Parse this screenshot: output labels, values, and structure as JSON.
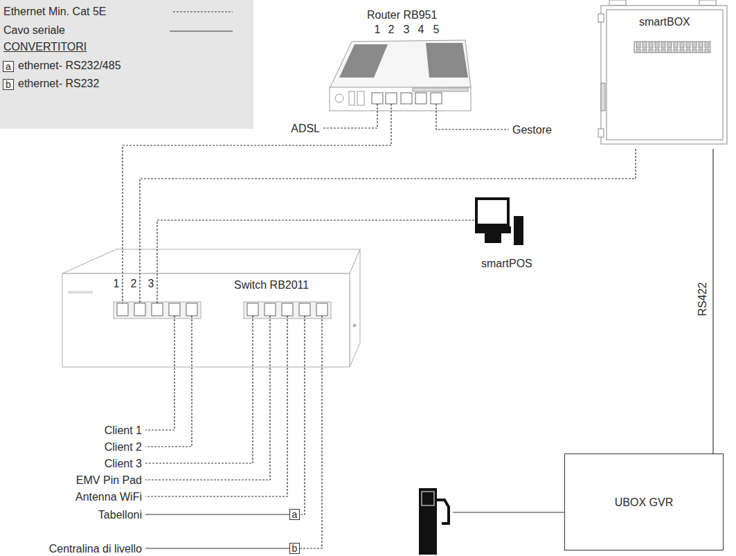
{
  "diagram": {
    "nodes": [
      {
        "text": [
          "Router RB951"
        ]
      },
      {
        "text": [
          "smartBOX"
        ]
      },
      {
        "text": [
          "ADSL"
        ]
      },
      {
        "text": [
          "Gestore"
        ]
      },
      {
        "text": [
          "smartPOS"
        ]
      },
      {
        "text": [
          "Switch RB2011"
        ]
      },
      {
        "text": [
          "Client 1"
        ]
      },
      {
        "text": [
          "Client 2"
        ]
      },
      {
        "text": [
          "Client 3"
        ]
      },
      {
        "text": [
          "EMV Pin Pad"
        ]
      },
      {
        "text": [
          "Antenna WiFi"
        ]
      },
      {
        "text": [
          "Tabelloni"
        ]
      },
      {
        "text": [
          "a"
        ]
      },
      {
        "text": [
          "Centralina di livello"
        ]
      },
      {
        "text": [
          "b"
        ]
      },
      {
        "text": [
          "UBOX GVR"
        ]
      }
    ],
    "edges": [
      {
        "from": 2,
        "to": 0,
        "arrow": "none"
      },
      {
        "from": 0,
        "to": 3,
        "arrow": "none"
      },
      {
        "from": 0,
        "to": 5,
        "arrow": "none"
      },
      {
        "from": 1,
        "to": 5,
        "arrow": "none"
      },
      {
        "from": 4,
        "to": 5,
        "arrow": "none"
      },
      {
        "from": 5,
        "to": 6,
        "arrow": "none"
      },
      {
        "from": 5,
        "to": 7,
        "arrow": "none"
      },
      {
        "from": 5,
        "to": 8,
        "arrow": "none"
      },
      {
        "from": 5,
        "to": 9,
        "arrow": "none"
      },
      {
        "from": 5,
        "to": 10,
        "arrow": "none"
      },
      {
        "from": 5,
        "to": 12,
        "arrow": "none"
      },
      {
        "from": 12,
        "to": 11,
        "arrow": "none"
      },
      {
        "from": 5,
        "to": 14,
        "arrow": "none"
      },
      {
        "from": 14,
        "to": 13,
        "arrow": "none"
      },
      {
        "from": 1,
        "to": 15,
        "label": "RS422",
        "arrow": "none"
      }
    ],
    "labels": [
      "CONVERTITORI",
      "a",
      "b",
      "1",
      "2",
      "3",
      "4",
      "5",
      "1",
      "2",
      "3"
    ],
    "legend": [
      {
        "text": "Ethernet Min. Cat 5E"
      },
      {
        "text": "Cavo seriale"
      },
      {
        "text": "ethernet- RS232/485"
      },
      {
        "text": "ethernet- RS232"
      }
    ]
  }
}
